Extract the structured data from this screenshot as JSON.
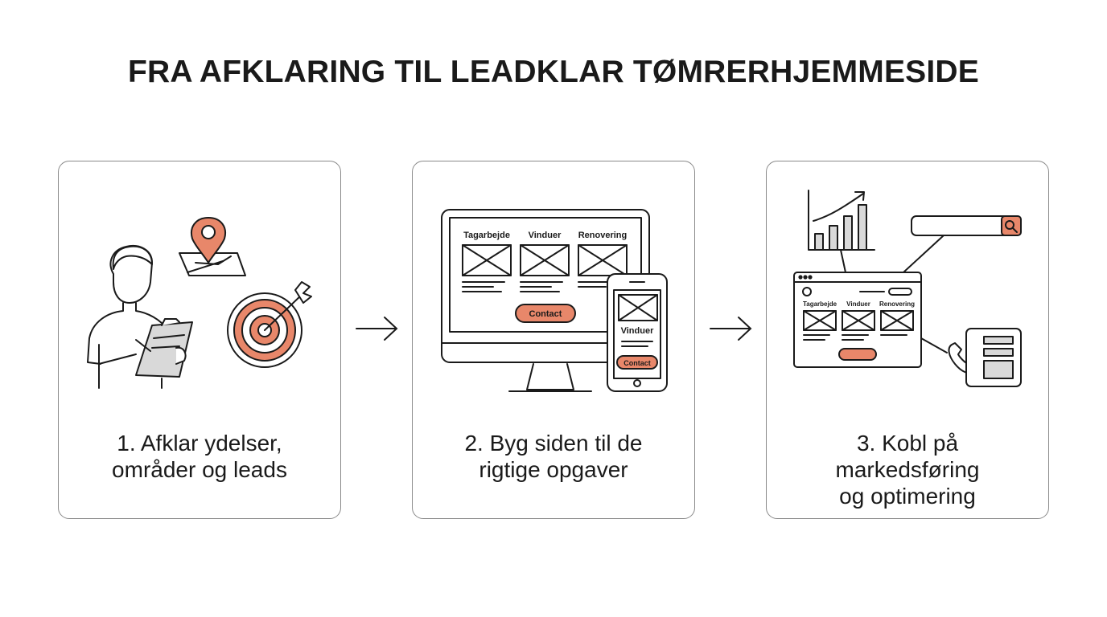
{
  "title": "FRA AFKLARING TIL LEADKLAR TØMRERHJEMMESIDE",
  "colors": {
    "accent": "#e8876a",
    "stroke": "#1a1a1a",
    "gray": "#d9d9d9"
  },
  "steps": [
    {
      "lines": [
        "1. Afklar ydelser,",
        "områder og leads"
      ]
    },
    {
      "lines": [
        "2. Byg siden til de",
        "rigtige opgaver"
      ]
    },
    {
      "lines": [
        "3. Kobl på",
        "markedsføring",
        "og optimering"
      ]
    }
  ],
  "illustration2": {
    "tabs": [
      "Tagarbejde",
      "Vinduer",
      "Renovering"
    ],
    "contact_label": "Contact",
    "phone_tab": "Vinduer",
    "phone_contact_label": "Contact"
  },
  "illustration3": {
    "tabs": [
      "Tagarbejde",
      "Vinduer",
      "Renovering"
    ]
  }
}
